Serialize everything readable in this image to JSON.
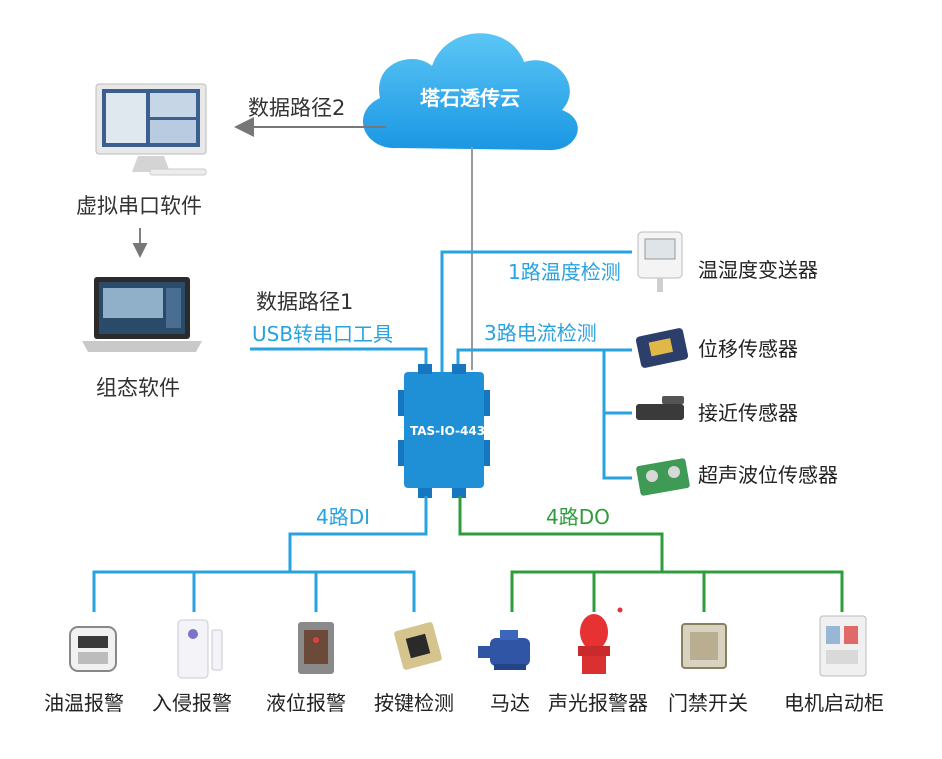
{
  "cloud": {
    "label": "塔石透传云"
  },
  "module": {
    "label": "TAS-IO-443"
  },
  "paths": {
    "path2": "数据路径2",
    "path1": "数据路径1",
    "usb": "USB转串口工具"
  },
  "software": {
    "virtual_serial": "虚拟串口软件",
    "config": "组态软件"
  },
  "channels": {
    "temp": "1路温度检测",
    "current": "3路电流检测",
    "di": "4路DI",
    "do": "4路DO"
  },
  "right_devices": [
    "温湿度变送器",
    "位移传感器",
    "接近传感器",
    "超声波位传感器"
  ],
  "di_devices": [
    "油温报警",
    "入侵报警",
    "液位报警",
    "按键检测"
  ],
  "do_devices": [
    "马达",
    "声光报警器",
    "门禁开关",
    "电机启动柜"
  ],
  "colors": {
    "blue_line": "#29a3e0",
    "green_line": "#2f9c3c",
    "gray_line": "#999999",
    "cloud": "#2aa8ec",
    "module": "#1f8fd6"
  }
}
